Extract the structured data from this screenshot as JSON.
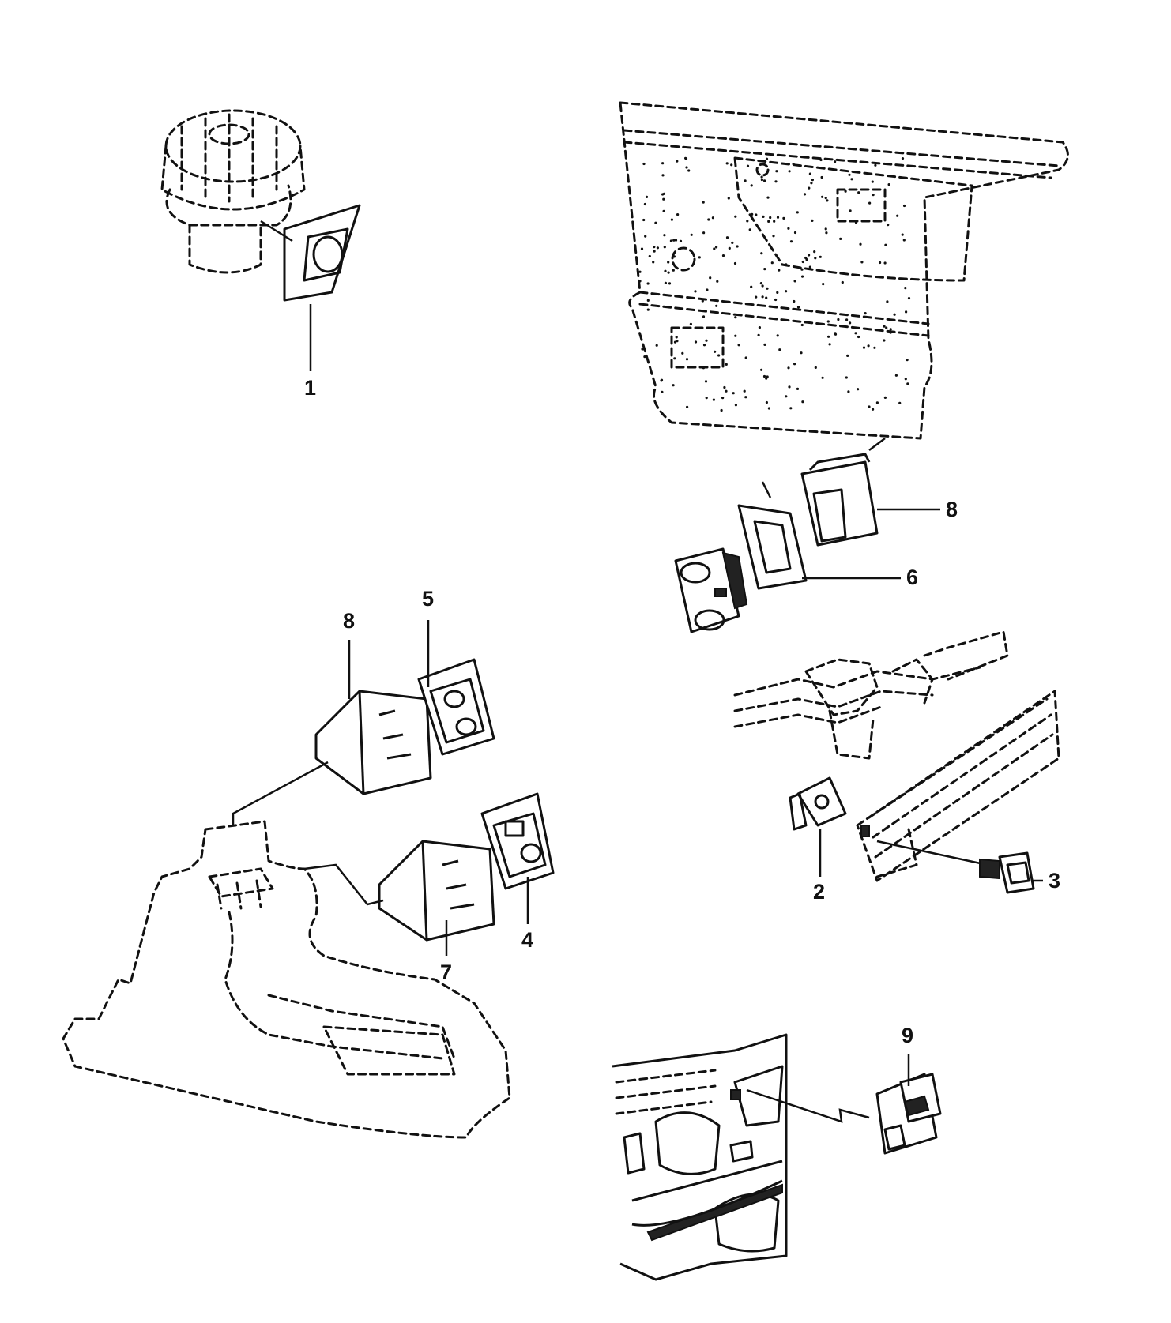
{
  "diagram": {
    "background": "#ffffff",
    "ink": "#111111",
    "callouts": [
      {
        "id": "c1",
        "label": "1"
      },
      {
        "id": "c8a",
        "label": "8"
      },
      {
        "id": "c6",
        "label": "6"
      },
      {
        "id": "c8b",
        "label": "8"
      },
      {
        "id": "c5",
        "label": "5"
      },
      {
        "id": "c2",
        "label": "2"
      },
      {
        "id": "c3",
        "label": "3"
      },
      {
        "id": "c4",
        "label": "4"
      },
      {
        "id": "c7",
        "label": "7"
      },
      {
        "id": "c9",
        "label": "9"
      }
    ]
  }
}
